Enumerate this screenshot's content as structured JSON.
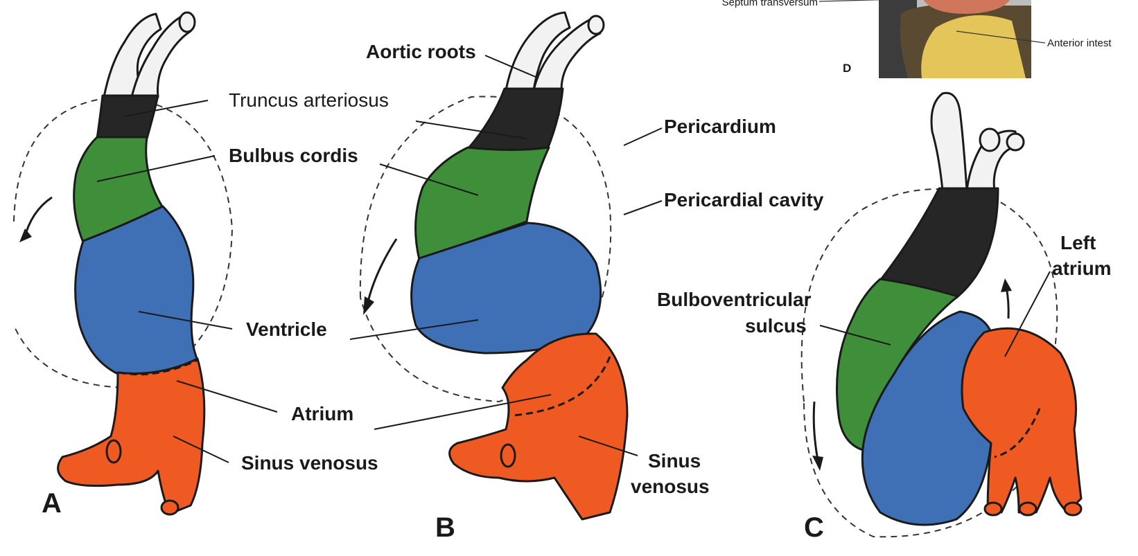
{
  "colors": {
    "aorta": "#f2f2f2",
    "truncus": "#262626",
    "bulbus": "#3f8f3a",
    "ventricle": "#3f6fb5",
    "atrium": "#ee5a22",
    "inset_bg": "#bdbdbd",
    "inset_dark": "#3c3c3c",
    "inset_septum": "#d0765a",
    "inset_intestine": "#e3c55a"
  },
  "panels": {
    "a": {
      "letter": "A"
    },
    "b": {
      "letter": "B"
    },
    "c": {
      "letter": "C"
    },
    "d": {
      "letter": "D"
    }
  },
  "labels": {
    "truncus_arteriosus": "Truncus arteriosus",
    "bulbus_cordis": "Bulbus cordis",
    "ventricle": "Ventricle",
    "atrium": "Atrium",
    "sinus_venosus_a": "Sinus venosus",
    "aortic_roots": "Aortic roots",
    "pericardium": "Pericardium",
    "pericardial_cavity": "Pericardial cavity",
    "sinus_venosus_b_line1": "Sinus",
    "sinus_venosus_b_line2": "venosus",
    "bulboventricular_line1": "Bulboventricular",
    "bulboventricular_line2": "sulcus",
    "left_atrium_line1": "Left",
    "left_atrium_line2": "atrium",
    "septum_transversum": "Septum transversum",
    "anterior_intestine": "Anterior intest"
  }
}
